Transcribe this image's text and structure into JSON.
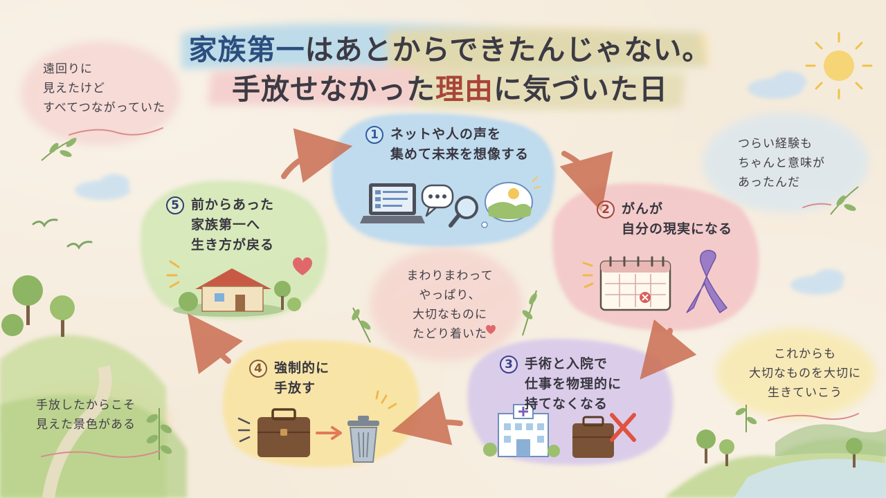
{
  "title": {
    "line1": {
      "highlight": "家族第一",
      "rest": "はあとからできたんじゃない。"
    },
    "line2": {
      "part1": "手放せなかった",
      "highlight": "理由",
      "part2": "に気づいた日"
    }
  },
  "notes": {
    "top_left": [
      "遠回りに",
      "見えたけど",
      "すべてつながっていた"
    ],
    "top_right": [
      "つらい経験も",
      "ちゃんと意味が",
      "あったんだ"
    ],
    "bottom_left": [
      "手放したからこそ",
      "見えた景色がある"
    ],
    "bottom_right": [
      "これからも",
      "大切なものを大切に",
      "生きていこう"
    ],
    "center": [
      "まわりまわって",
      "やっぱり、",
      "大切なものに",
      "たどり着いた"
    ]
  },
  "steps": [
    {
      "number": "1",
      "lines": [
        "ネットや人の声を",
        "集めて未来を想像する"
      ],
      "color": "#2f5f9e"
    },
    {
      "number": "2",
      "lines": [
        "がんが",
        "自分の現実になる"
      ],
      "color": "#a84438"
    },
    {
      "number": "3",
      "lines": [
        "手術と入院で",
        "仕事を物理的に",
        "持てなくなる"
      ],
      "color": "#3b3f8c"
    },
    {
      "number": "4",
      "lines": [
        "強制的に",
        "手放す"
      ],
      "color": "#8a5a2a"
    },
    {
      "number": "5",
      "lines": [
        "前からあった",
        "家族第一へ",
        "生き方が戻る"
      ],
      "color": "#2f3f6e"
    }
  ]
}
